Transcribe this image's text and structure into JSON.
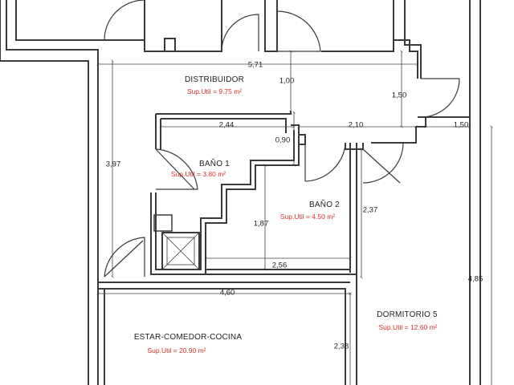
{
  "rooms": {
    "distribuidor": {
      "name": "DISTRIBUIDOR",
      "area": "Sup.Util = 9.75 m²"
    },
    "bano1": {
      "name": "BAÑO 1",
      "area": "Sup.Util = 3.80 m²"
    },
    "bano2": {
      "name": "BAÑO 2",
      "area": "Sup.Util = 4.50 m²"
    },
    "dormitorio5": {
      "name": "DORMITORIO 5",
      "area": "Sup.Util = 12.60 m²"
    },
    "estar": {
      "name": "ESTAR-COMEDOR-COCINA",
      "area": "Sup.Util = 20.90 m²"
    }
  },
  "dimensions": {
    "d571": "5,71",
    "d100": "1,00",
    "d150a": "1,50",
    "d244": "2,44",
    "d090": "0,90",
    "d210": "2,10",
    "d150b": "1,50",
    "d397": "3,97",
    "d237": "2,37",
    "d187": "1,87",
    "d256": "2,56",
    "d460": "4,60",
    "d485": "4,85",
    "d238": "2,38"
  },
  "colors": {
    "wall": "#3a3a3a",
    "line": "#444444",
    "text": "#222222",
    "area_text": "#d9302c"
  }
}
